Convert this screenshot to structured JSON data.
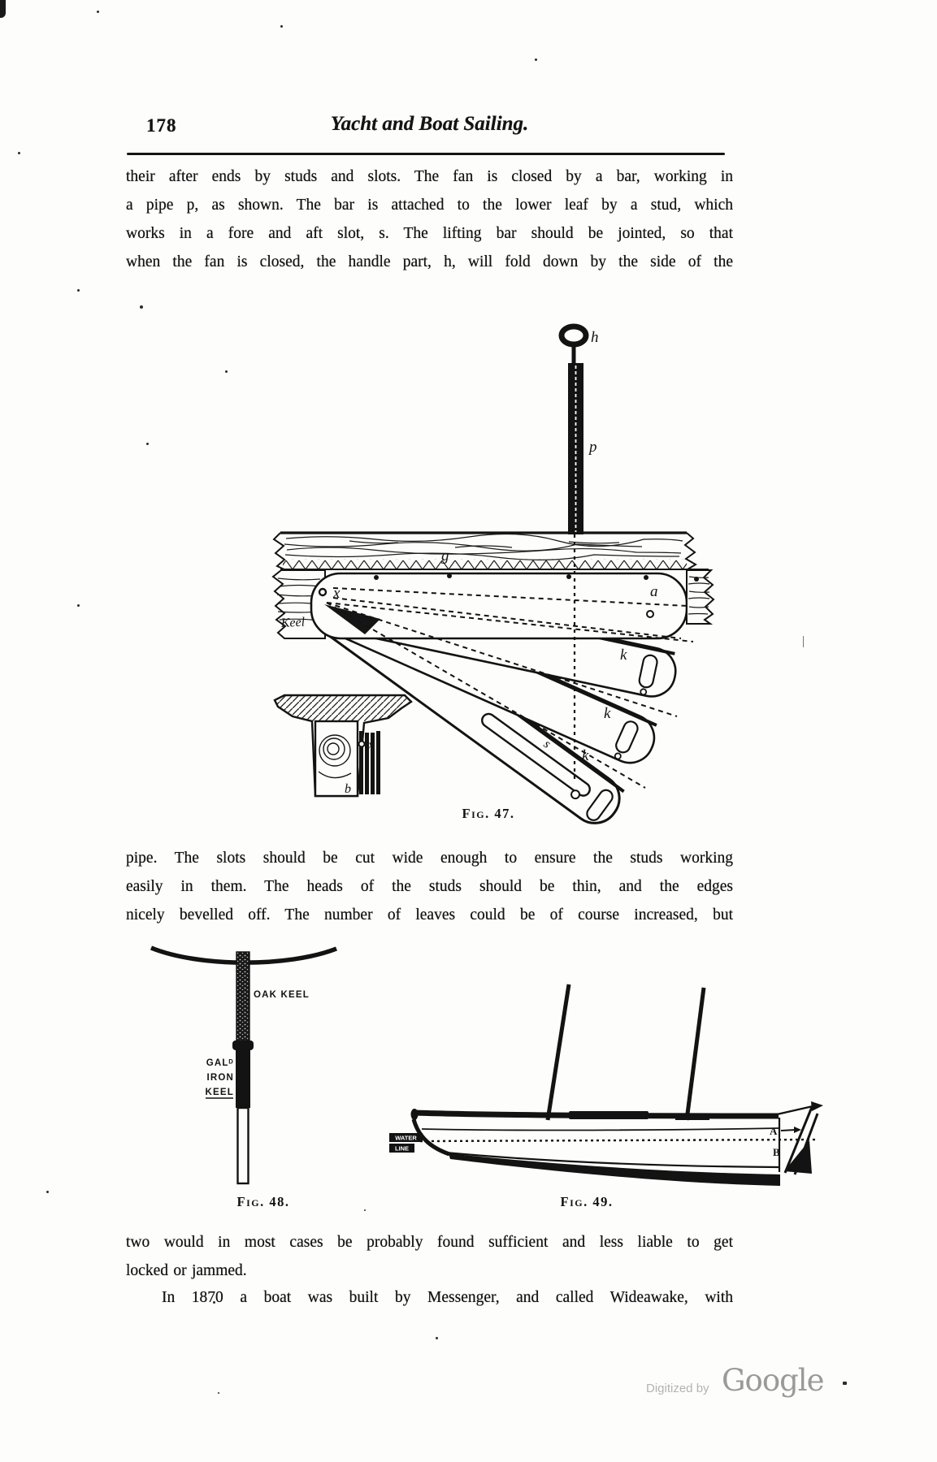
{
  "header": {
    "page_number": "178",
    "title": "Yacht and Boat Sailing."
  },
  "body": {
    "para1": [
      "their after ends by studs and slots.  The fan is closed by a bar, working in",
      "a pipe p, as shown.  The bar is attached to the lower leaf by a stud, which",
      "works in a fore and aft slot, s.  The lifting bar should be jointed, so that",
      "when the fan is closed, the handle part, h, will fold down by the side of the"
    ],
    "para2": [
      "pipe.  The slots should be cut wide enough to ensure the studs working",
      "easily in them.  The heads of the studs should be thin, and the edges",
      "nicely bevelled off.  The number of leaves could be of course increased, but"
    ],
    "para3": [
      "two would in most cases be probably found sufficient and less liable to get",
      "locked or jammed."
    ],
    "para4": [
      "In 1870 a boat was built by Messenger, and called Wideawake, with"
    ]
  },
  "fig47": {
    "caption": "Fig. 47.",
    "labels": {
      "handle": "h",
      "pipe": "p",
      "garboard": "g",
      "pivot": "x",
      "top_leaf": "a",
      "k1": "k",
      "k2": "k",
      "k3": "k",
      "slot": "s",
      "keel": "Keel",
      "section_pivot": "x",
      "section_bolt": "b"
    }
  },
  "fig48": {
    "caption": "Fig. 48.",
    "labels": {
      "oak_keel": "OAK KEEL",
      "galv_line1": "GALᴰ",
      "galv_line2": "IRON",
      "galv_line3": "KEEL"
    }
  },
  "fig49": {
    "caption": "Fig. 49.",
    "labels": {
      "water_line1": "WATER",
      "water_line2": "LINE",
      "stern_a": "A",
      "stern_b": "B"
    }
  },
  "footer": {
    "digitized_by": "Digitized by",
    "brand": "Google"
  }
}
